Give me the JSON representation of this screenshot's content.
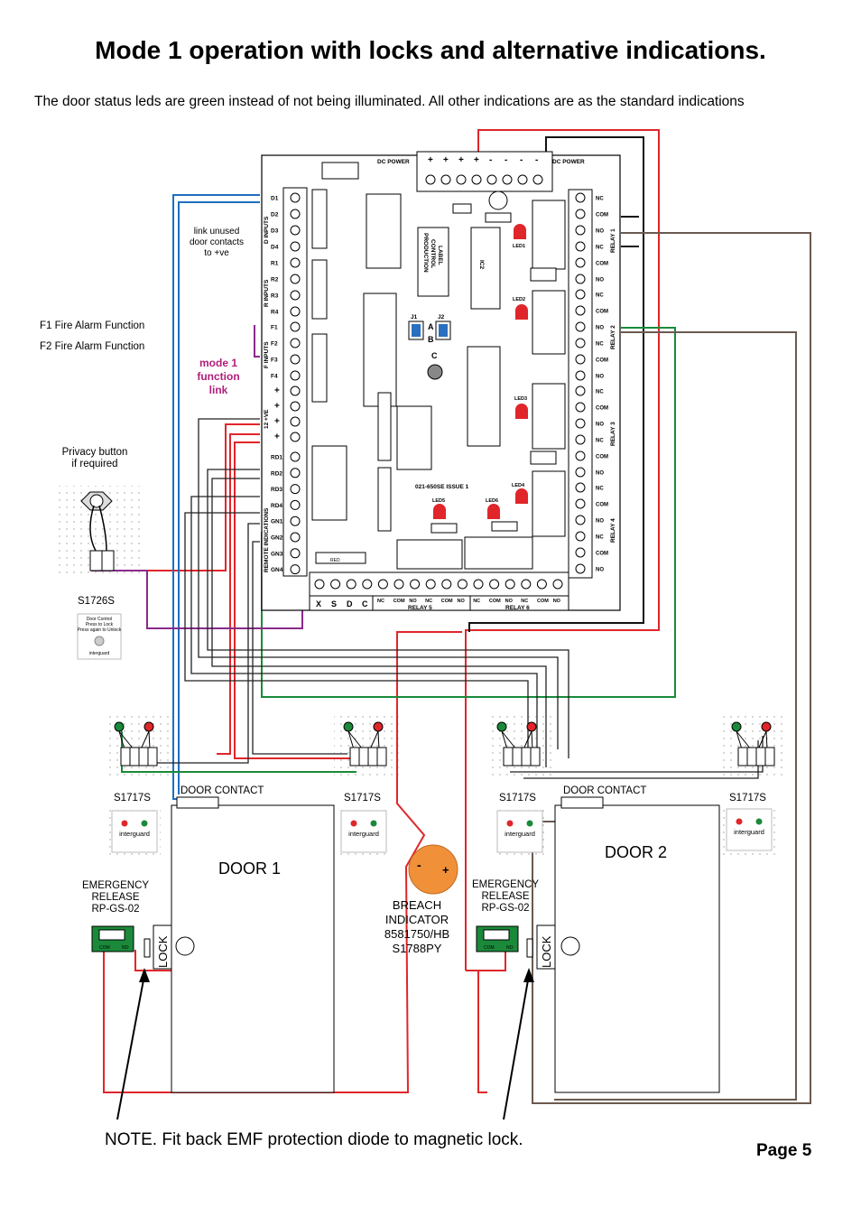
{
  "title": "Mode 1 operation with locks and alternative indications.",
  "subtitle": "The door status leds are green instead of not being illuminated. All other indications are as the standard indications",
  "note": "NOTE. Fit back EMF protection diode to magnetic lock.",
  "page": "Page 5",
  "colors": {
    "red": "#e0262a",
    "green": "#1a8a3a",
    "blue": "#1f6fbf",
    "purple": "#8a2a8a",
    "brown": "#6b5a50",
    "black": "#111111",
    "magenta": "#b0207a",
    "orange": "#f0913a"
  },
  "labels": {
    "f1": "F1 Fire Alarm Function",
    "f2": "F2 Fire Alarm Function",
    "link_unused": [
      "link unused",
      "door contacts",
      "to +ve"
    ],
    "mode_link": [
      "mode 1",
      "function",
      "link"
    ],
    "privacy": [
      "Privacy button",
      "if required"
    ],
    "s1726s": "S1726S",
    "door_control": [
      "Door Control",
      "Press to Lock",
      "Press again to Unlock"
    ],
    "brand": "interguard",
    "s1717s": "S1717S",
    "door_contact": "DOOR CONTACT",
    "door1": "DOOR 1",
    "door2": "DOOR 2",
    "emergency": [
      "EMERGENCY",
      "RELEASE",
      "RP-GS-02"
    ],
    "lock": "LOCK",
    "breach": [
      "BREACH",
      "INDICATOR",
      "8581750/HB",
      "S1788PY"
    ],
    "breach_minus": "-",
    "breach_plus": "+",
    "com": "COM",
    "no": "NO"
  },
  "board": {
    "dc_power": "DC POWER",
    "power_signs": [
      "+",
      "+",
      "+",
      "+",
      "-",
      "-",
      "-",
      "-"
    ],
    "d_inputs_title": "D INPUTS",
    "d_inputs": [
      "D1",
      "D2",
      "D3",
      "D4"
    ],
    "r_inputs_title": "R INPUTS",
    "r_inputs": [
      "R1",
      "R2",
      "R3",
      "R4"
    ],
    "f_inputs_title": "F INPUTS",
    "f_inputs": [
      "F1",
      "F2",
      "F3",
      "F4"
    ],
    "ve_title": "12 +VE",
    "ve_signs": [
      "+",
      "+",
      "+",
      "+"
    ],
    "ri_title": "REMOTE INDICATIONS",
    "ri": [
      "RD1",
      "RD2",
      "RD3",
      "RD4",
      "GN1",
      "GN2",
      "GN3",
      "GN4"
    ],
    "production": [
      "PRODUCTION",
      "CONTROL",
      "LABEL"
    ],
    "ic2": "IC2",
    "j1": "J1",
    "j2": "J2",
    "a": "A",
    "b": "B",
    "c": "C",
    "issue": "021-650SE ISSUE 1",
    "leds": [
      "LED1",
      "LED2",
      "LED3",
      "LED4",
      "LED5",
      "LED6"
    ],
    "red_text": "RED",
    "relay_terms": [
      "NC",
      "COM",
      "NO",
      "NC",
      "COM",
      "NO"
    ],
    "relays": [
      "RELAY 1",
      "RELAY 2",
      "RELAY 3",
      "RELAY 4"
    ],
    "xsdc": [
      "X",
      "S",
      "D",
      "C"
    ],
    "bottom_terms": [
      "NC",
      "COM",
      "NO",
      "NC",
      "COM",
      "NO",
      "NC",
      "COM",
      "NO",
      "NC",
      "COM",
      "NO"
    ],
    "relay5": "RELAY 5",
    "relay6": "RELAY 6"
  }
}
